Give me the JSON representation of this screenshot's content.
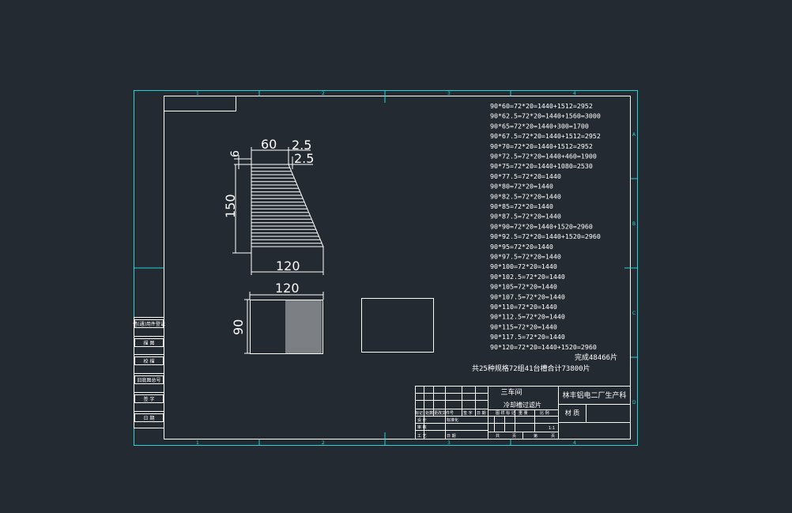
{
  "zone_markers": {
    "top": [
      "1",
      "2",
      "3",
      "4"
    ],
    "bottom": [
      "1",
      "2",
      "3",
      "4"
    ],
    "right": [
      "A",
      "B",
      "C",
      "D"
    ]
  },
  "dimensions": {
    "top_width": "60",
    "step_right": "2.5",
    "step_right2": "2.5",
    "step_height": "6",
    "height": "150",
    "bottom_width": "120",
    "view2_width": "120",
    "view2_height": "90"
  },
  "spec_lines": [
    "90*60=72*20=1440+1512=2952",
    "90*62.5=72*20=1440+1560=3000",
    "90*65=72*20=1440+300=1700",
    "90*67.5=72*20=1440+1512=2952",
    "90*70=72*20=1440+1512=2952",
    "90*72.5=72*20=1440+460=1900",
    "90*75=72*20=1440+1080=2530",
    "90*77.5=72*20=1440",
    "90*80=72*20=1440",
    "90*82.5=72*20=1440",
    "90*85=72*20=1440",
    "90*87.5=72*20=1440",
    "90*90=72*20=1440+1520=2960",
    "90*92.5=72*20=1440+1520=2960",
    "90*95=72*20=1440",
    "90*97.5=72*20=1440",
    "90*100=72*20=1440",
    "90*102.5=72*20=1440",
    "90*105=72*20=1440",
    "90*107.5=72*20=1440",
    "90*110=72*20=1440",
    "90*112.5=72*20=1440",
    "90*115=72*20=1440",
    "90*117.5=72*20=1440",
    "90*120=72*20=1440+1520=2960"
  ],
  "completed_note": "完成48466片",
  "summary_note": "共25种规格72组41台槽合计73800片",
  "left_strip_labels": [
    "借(通)用件登记",
    "描 图",
    "校 描",
    "旧底图总号",
    "签 字",
    "日 期"
  ],
  "title_block": {
    "workshop": "三车间",
    "part_name": "冷却槽过滤片",
    "company": "林丰铝电二厂生产科",
    "material_label": "材 质",
    "row_labels_a": [
      "标记",
      "处数",
      "更改文件号",
      "签 字",
      "日 期"
    ],
    "row_labels_b": [
      "设 计",
      "标准化"
    ],
    "row_labels_c": [
      "审 核",
      "工 艺",
      "日 期"
    ],
    "stage_labels": [
      "图 样 标 记",
      "重 量",
      "比 例"
    ],
    "scale_value": "1:1",
    "sheet_labels": [
      "共",
      "页",
      "第",
      "页"
    ]
  }
}
